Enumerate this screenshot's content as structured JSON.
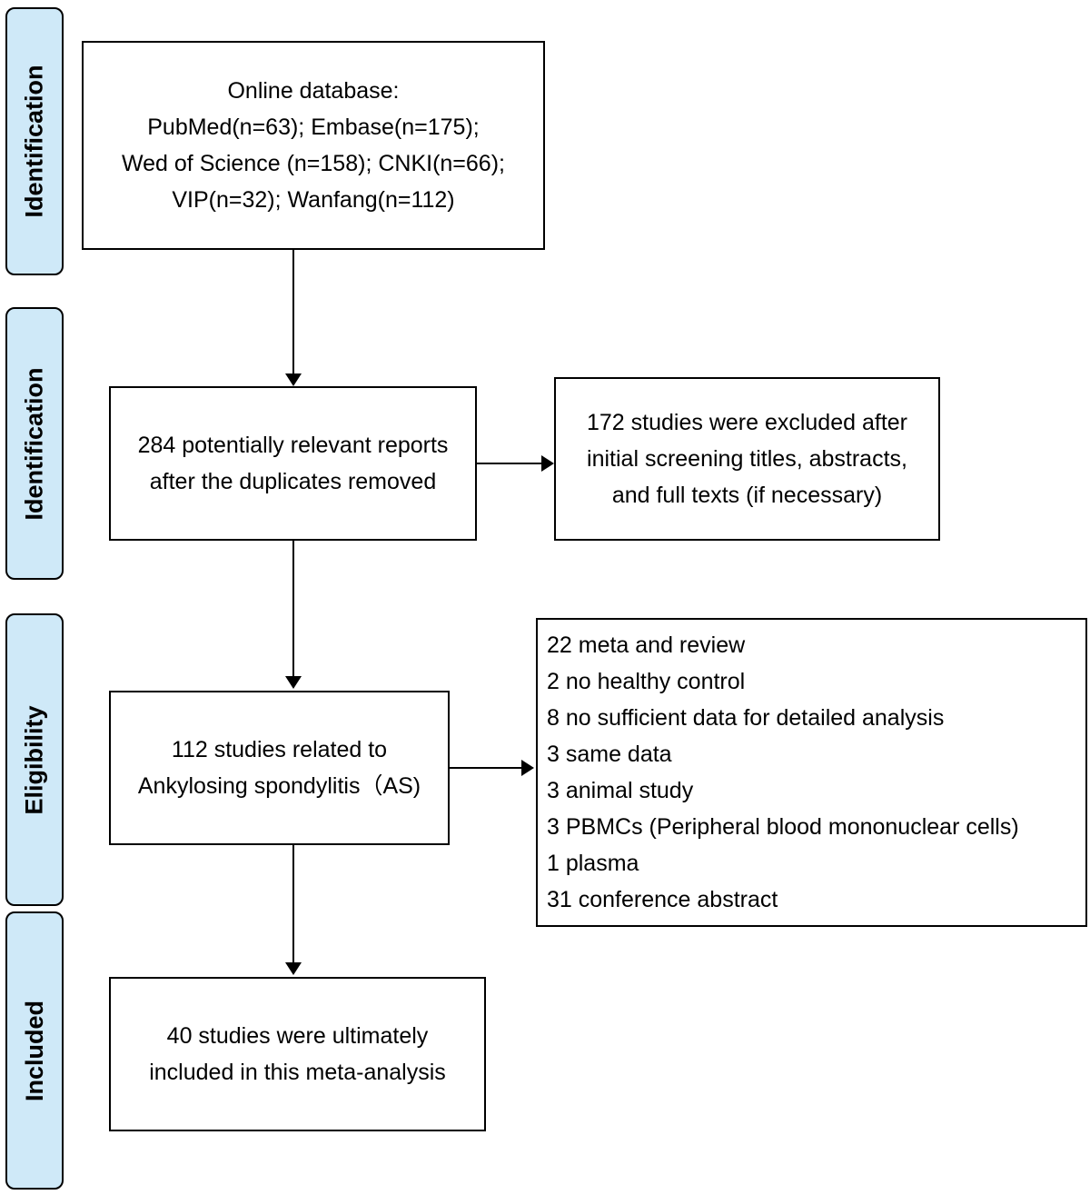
{
  "diagram": {
    "title": "PRISMA-style study selection flow diagram",
    "colors": {
      "stage_fill": "#cfe9f8",
      "line": "#000000",
      "background": "#ffffff"
    }
  },
  "stages": {
    "labels": [
      "Identification",
      "Identification",
      "Eligibility",
      "Included"
    ]
  },
  "flow": {
    "box_online_database": "Online database:\nPubMed(n=63); Embase(n=175);\nWed of Science (n=158); CNKI(n=66);\nVIP(n=32); Wanfang(n=112)",
    "box_duplicates_removed": "284 potentially relevant reports\nafter the duplicates removed",
    "box_excluded_screening": "172 studies were excluded after\ninitial screening titles, abstracts,\nand full texts (if necessary)",
    "box_as_studies": "112 studies related to\nAnkylosing spondylitis（AS)",
    "box_excluded_reasons_items": [
      "22 meta and review",
      "2 no healthy control",
      "8 no sufficient data for detailed analysis",
      "3 same data",
      "3 animal study",
      "3 PBMCs (Peripheral blood mononuclear cells)",
      "1 plasma",
      "31 conference abstract"
    ],
    "box_included": "40 studies were ultimately\nincluded in this meta-analysis"
  }
}
